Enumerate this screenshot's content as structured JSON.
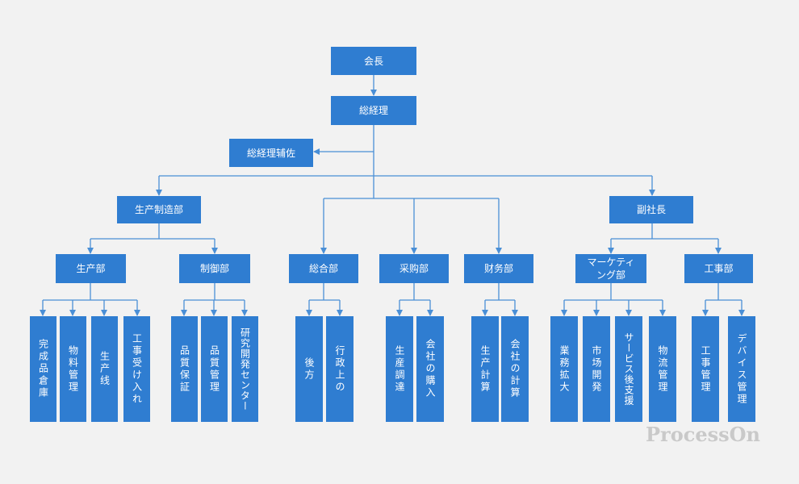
{
  "colors": {
    "node": "#2f7dd1",
    "line": "#4a8fd6",
    "background": "#f2f2f2"
  },
  "nodes": {
    "chairman": "会長",
    "gm": "総経理",
    "gm_assistant": "総経理辅佐",
    "production_mfg": "生产制造部",
    "vice_president": "副社長",
    "production": "生产部",
    "control": "制御部",
    "general_affairs": "総合部",
    "purchasing": "采购部",
    "finance": "财务部",
    "marketing": "マーケティング部",
    "engineering": "工事部",
    "finished_goods_warehouse": "完成品倉庫",
    "material_management": "物料管理",
    "production_line": "生产线",
    "work_order_intake": "工事受け入れ",
    "quality_assurance": "品質保証",
    "quality_management": "品質管理",
    "rd_center": "研究開発センター",
    "logistics": "後方",
    "administration": "行政上の",
    "production_coordination": "生産調達",
    "company_purchasing": "会社の購入",
    "production_accounting": "生产計算",
    "company_accounting": "会社の計算",
    "business_expansion": "業務拡大",
    "market_development": "市场開発",
    "after_sales_support": "サービス後支援",
    "logistics_management": "物流管理",
    "construction_management": "工事管理",
    "device_management": "デバイス管理"
  },
  "watermark": "ProcessOn"
}
